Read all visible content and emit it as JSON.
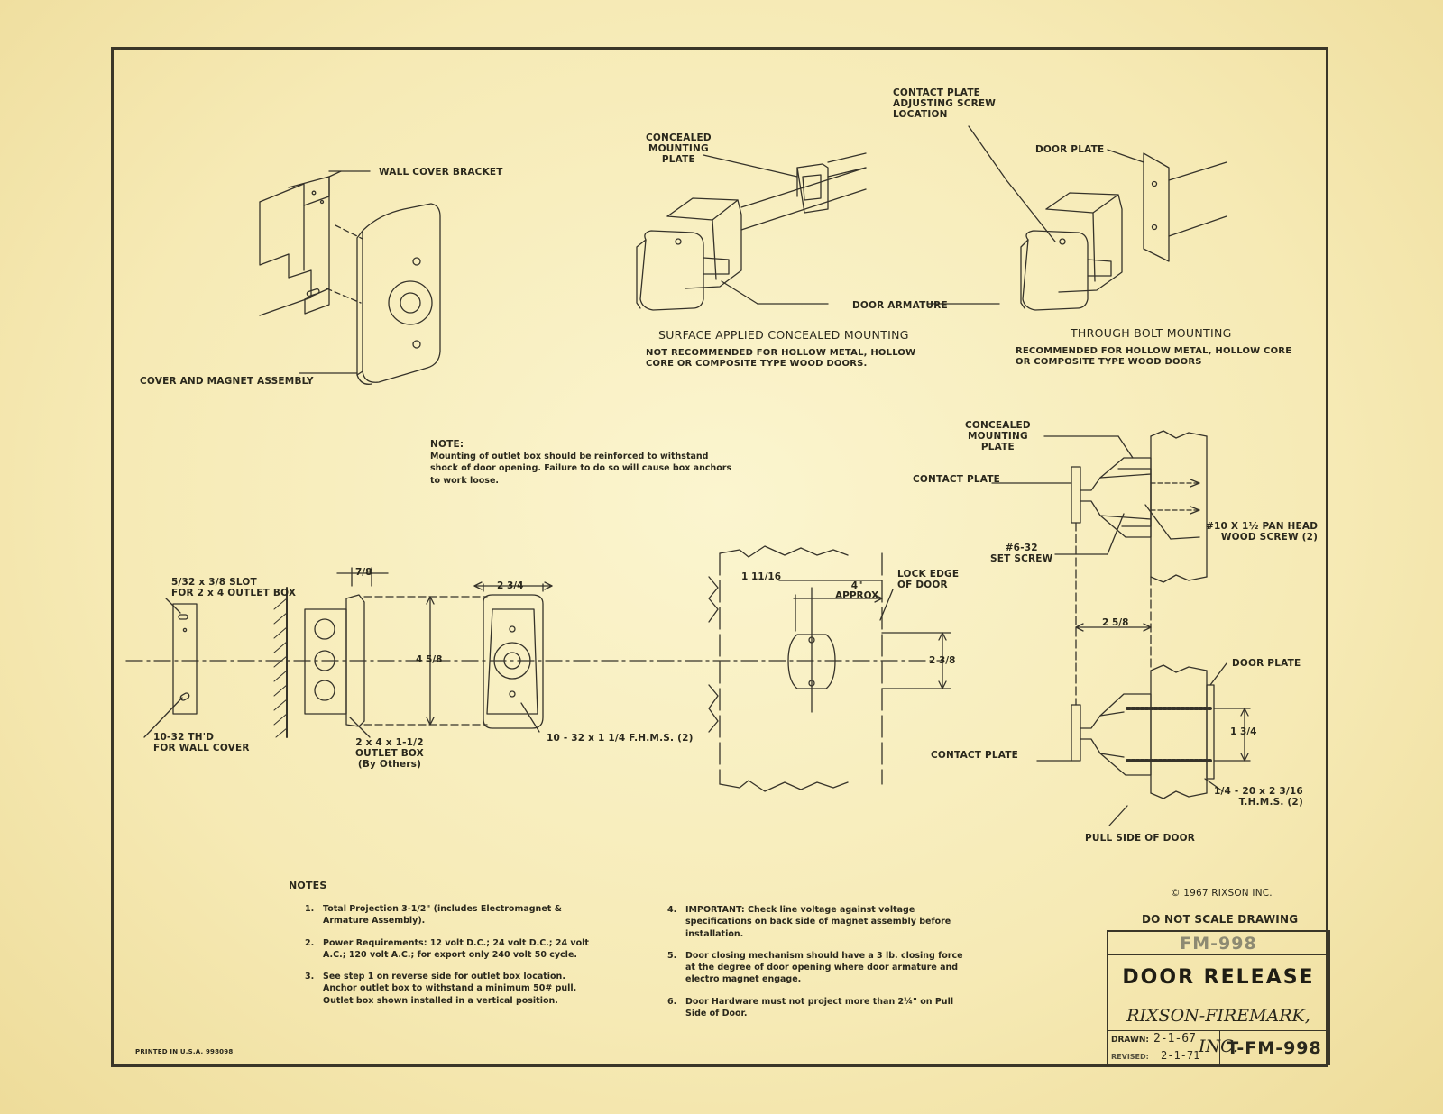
{
  "labels": {
    "wall_cover_bracket": "WALL COVER BRACKET",
    "cover_magnet_assembly": "COVER AND MAGNET ASSEMBLY",
    "concealed_mounting_plate_top": "CONCEALED\nMOUNTING\nPLATE",
    "contact_plate_adjusting_screw": "CONTACT PLATE\nADJUSTING SCREW\nLOCATION",
    "door_plate_top": "DOOR PLATE",
    "door_armature": "DOOR ARMATURE",
    "concealed_mounting_plate_side": "CONCEALED\nMOUNTING\nPLATE",
    "contact_plate_side_top": "CONTACT PLATE",
    "pan_head_screw": "#10 X 1½ PAN HEAD\nWOOD SCREW (2)",
    "set_screw": "#6-32\nSET SCREW",
    "door_plate_side": "DOOR PLATE",
    "contact_plate_side_bottom": "CONTACT PLATE",
    "thms": "1/4 - 20 x 2 3/16\nT.H.M.S. (2)",
    "pull_side": "PULL SIDE OF DOOR",
    "slot": "5/32 x 3/8 SLOT\nFOR 2 x 4 OUTLET BOX",
    "thd": "10-32 TH'D\nFOR WALL COVER",
    "outlet_box": "2 x 4 x 1-1/2\nOUTLET BOX\n(By Others)",
    "fhms": "10 - 32 x 1 1/4 F.H.M.S. (2)",
    "lock_edge": "LOCK EDGE\nOF DOOR"
  },
  "captions": {
    "surface_title": "SURFACE APPLIED CONCEALED MOUNTING",
    "surface_sub": "NOT RECOMMENDED FOR HOLLOW METAL, HOLLOW\nCORE OR COMPOSITE TYPE WOOD DOORS.",
    "through_title": "THROUGH BOLT MOUNTING",
    "through_sub": "RECOMMENDED FOR HOLLOW METAL, HOLLOW CORE\nOR COMPOSITE TYPE WOOD DOORS"
  },
  "note": {
    "heading": "NOTE:",
    "text": "Mounting of outlet box should be reinforced to withstand shock of door opening.  Failure to do so will cause box anchors to work loose."
  },
  "dims": {
    "d78": "7/8",
    "d234": "2 3/4",
    "d458": "4 5/8",
    "d11116": "1 11/16",
    "d4approx": "4\"\nAPPROX",
    "d238": "2 3/8",
    "d258": "2 5/8",
    "d134": "1 3/4"
  },
  "notes": {
    "heading": "NOTES",
    "items": [
      {
        "num": "1.",
        "text": "Total Projection 3-1/2\" (includes Electromagnet & Armature Assembly)."
      },
      {
        "num": "2.",
        "text": "Power Requirements:  12 volt D.C.; 24 volt D.C.; 24 volt A.C.; 120 volt A.C.; for export only 240 volt 50 cycle."
      },
      {
        "num": "3.",
        "text": "See step 1 on reverse side for outlet box location. Anchor outlet box to withstand a minimum 50# pull. Outlet box shown installed in a vertical position."
      },
      {
        "num": "4.",
        "text": "IMPORTANT: Check line voltage against voltage specifications on back side of magnet assembly before installation."
      },
      {
        "num": "5.",
        "text": "Door closing mechanism should have a 3 lb. closing force at the degree of door opening where door armature and electro magnet engage."
      },
      {
        "num": "6.",
        "text": "Door Hardware must not project more than 2¼\" on Pull Side of Door."
      }
    ]
  },
  "footer": {
    "copyright": "© 1967 RIXSON INC.",
    "printed": "PRINTED IN U.S.A. 998098",
    "do_not_scale": "DO NOT SCALE DRAWING"
  },
  "title_block": {
    "model": "FM-998",
    "name": "DOOR RELEASE",
    "company": "RIXSON-FIREMARK, INC.",
    "drawn_label": "DRAWN:",
    "drawn_date": "2-1-67",
    "revised_label": "REVISED:",
    "revised_date": "2-1-71",
    "drawing_number": "T-FM-998"
  }
}
